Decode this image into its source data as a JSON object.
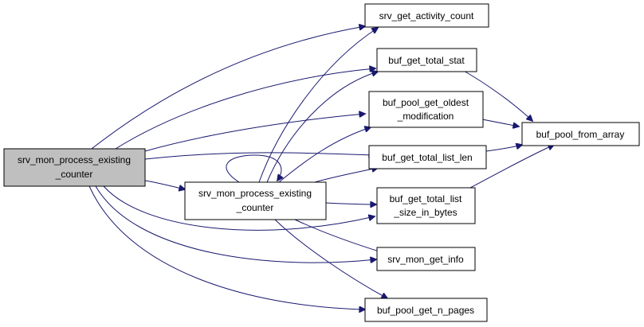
{
  "colors": {
    "edge": "#191970",
    "node_border": "#000000",
    "node_fill": "#ffffff",
    "root_fill": "#bfbfbf"
  },
  "nodes": [
    {
      "id": "root",
      "lines": [
        "srv_mon_process_existing",
        "_counter"
      ],
      "highlight": true
    },
    {
      "id": "self",
      "lines": [
        "srv_mon_process_existing",
        "_counter"
      ],
      "highlight": false
    },
    {
      "id": "activity",
      "lines": [
        "srv_get_activity_count"
      ],
      "highlight": false
    },
    {
      "id": "stat",
      "lines": [
        "buf_get_total_stat"
      ],
      "highlight": false
    },
    {
      "id": "oldest",
      "lines": [
        "buf_pool_get_oldest",
        "_modification"
      ],
      "highlight": false
    },
    {
      "id": "listlen",
      "lines": [
        "buf_get_total_list_len"
      ],
      "highlight": false
    },
    {
      "id": "listsize",
      "lines": [
        "buf_get_total_list",
        "_size_in_bytes"
      ],
      "highlight": false
    },
    {
      "id": "info",
      "lines": [
        "srv_mon_get_info"
      ],
      "highlight": false
    },
    {
      "id": "npages",
      "lines": [
        "buf_pool_get_n_pages"
      ],
      "highlight": false
    },
    {
      "id": "fromarray",
      "lines": [
        "buf_pool_from_array"
      ],
      "highlight": false
    }
  ],
  "edges": [
    {
      "from": "root",
      "to": "activity"
    },
    {
      "from": "root",
      "to": "stat"
    },
    {
      "from": "root",
      "to": "oldest"
    },
    {
      "from": "root",
      "to": "listlen"
    },
    {
      "from": "root",
      "to": "self"
    },
    {
      "from": "root",
      "to": "listsize"
    },
    {
      "from": "root",
      "to": "info"
    },
    {
      "from": "root",
      "to": "npages"
    },
    {
      "from": "self",
      "to": "self"
    },
    {
      "from": "self",
      "to": "activity"
    },
    {
      "from": "self",
      "to": "stat"
    },
    {
      "from": "self",
      "to": "oldest"
    },
    {
      "from": "self",
      "to": "listlen"
    },
    {
      "from": "self",
      "to": "listsize"
    },
    {
      "from": "self",
      "to": "info"
    },
    {
      "from": "self",
      "to": "npages"
    },
    {
      "from": "stat",
      "to": "fromarray"
    },
    {
      "from": "oldest",
      "to": "fromarray"
    },
    {
      "from": "listlen",
      "to": "fromarray"
    },
    {
      "from": "listsize",
      "to": "fromarray"
    }
  ]
}
